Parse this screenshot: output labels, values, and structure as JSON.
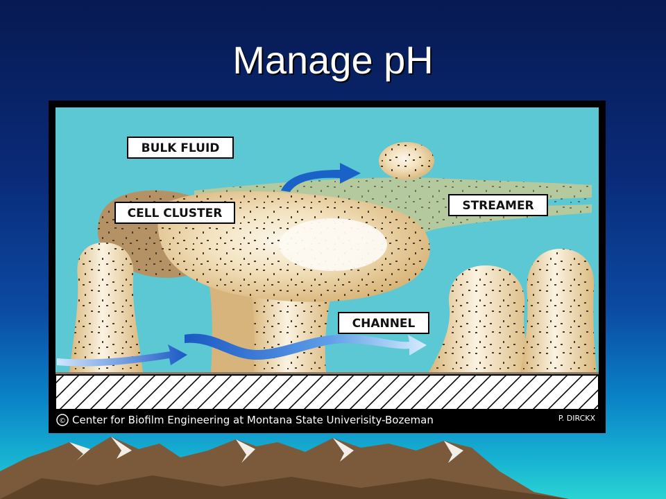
{
  "slide": {
    "title": "Manage pH"
  },
  "figure": {
    "labels": {
      "bulk_fluid": "BULK FLUID",
      "cell_cluster": "CELL CLUSTER",
      "streamer": "STREAMER",
      "channel": "CHANNEL"
    },
    "credit": "Center for Biofilm Engineering at Montana State Univerisity-Bozeman",
    "copyright_symbol": "©",
    "author": "P. DIRCKX",
    "colors": {
      "fluid": "#5cc8d3",
      "biofilm": "#e2c48c",
      "biofilm_light": "#f8f0dc",
      "arrow": "#1a62c8",
      "substratum": "#ffffff"
    }
  }
}
